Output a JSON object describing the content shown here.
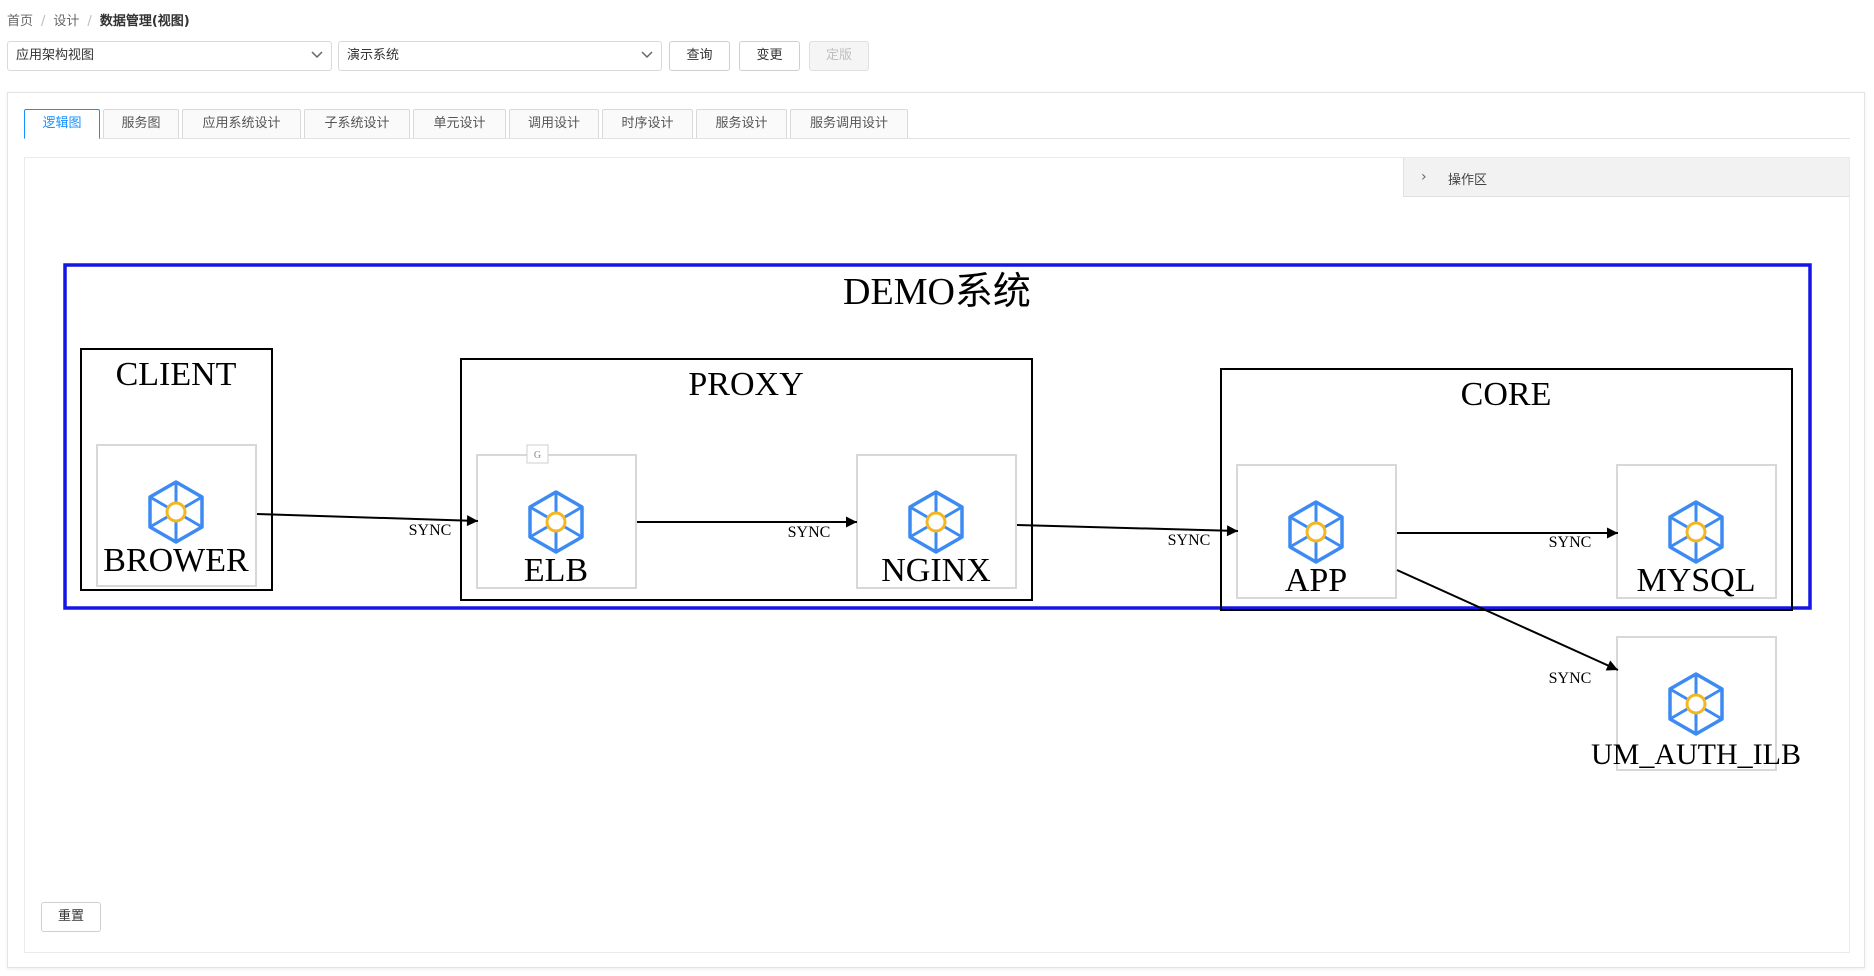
{
  "breadcrumb": {
    "home": "首页",
    "design": "设计",
    "current": "数据管理(视图)"
  },
  "toolbar": {
    "view_select": "应用架构视图",
    "system_select": "演示系统",
    "query_label": "查询",
    "change_label": "变更",
    "finalize_label": "定版"
  },
  "tabs": [
    "逻辑图",
    "服务图",
    "应用系统设计",
    "子系统设计",
    "单元设计",
    "调用设计",
    "时序设计",
    "服务设计",
    "服务调用设计"
  ],
  "ops_panel": {
    "label": "操作区"
  },
  "reset_label": "重置",
  "diagram": {
    "system_title": "DEMO系统",
    "clusters": {
      "client": "CLIENT",
      "proxy": "PROXY",
      "core": "CORE"
    },
    "nodes": {
      "brower": "BROWER",
      "elb": "ELB",
      "nginx": "NGINX",
      "app": "APP",
      "mysql": "MYSQL",
      "um_auth": "UM_AUTH_ILB"
    },
    "node_badge": "G",
    "edge_label": "SYNC",
    "colors": {
      "system_border": "#1515e6",
      "icon_blue": "#3d8bf2",
      "icon_ring": "#f5b623"
    }
  }
}
